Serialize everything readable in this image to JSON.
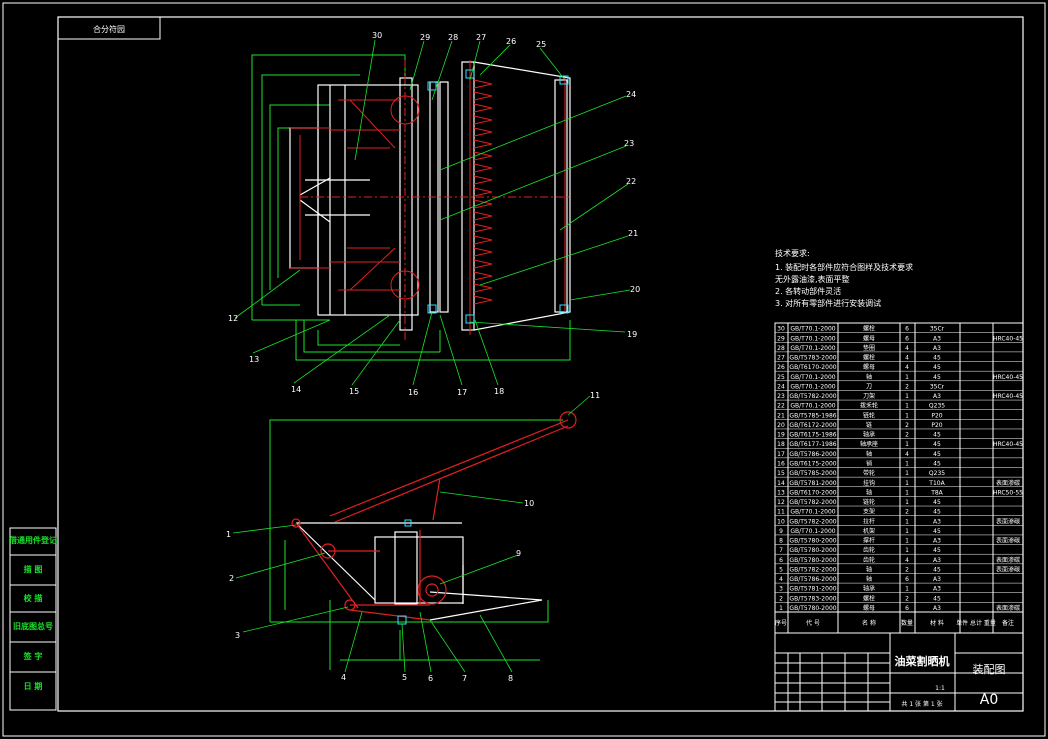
{
  "drawing": {
    "top_left_tag": "合分符园",
    "title_block": {
      "product_name": "油菜割晒机",
      "drawing_type": "装配图",
      "sheet_size": "A0",
      "scale": "1:1",
      "sheet_of": "共 1 张  第 1 张"
    },
    "tech_requirements": {
      "heading": "技术要求:",
      "items": [
        "1. 装配时各部件应符合图样及技术要求",
        "  无外露油漆,表面平整",
        "2. 各转动部件灵活",
        "3. 对所有零部件进行安装调试"
      ]
    },
    "left_strip_labels": [
      "借通用件登记",
      "描 图",
      "校 描",
      "旧底图总号",
      "签 字",
      "日 期"
    ],
    "callouts_top_view": [
      "30",
      "29",
      "28",
      "27",
      "26",
      "25",
      "24",
      "23",
      "22",
      "21",
      "20",
      "19",
      "18",
      "17",
      "16",
      "15",
      "14",
      "13",
      "12"
    ],
    "callouts_side_view": [
      "11",
      "10",
      "9",
      "8",
      "7",
      "6",
      "5",
      "4",
      "3",
      "2",
      "1"
    ],
    "bom_header": [
      "序号",
      "代 号",
      "名 称",
      "数量",
      "材 料",
      "单件 总计 重量",
      "备注"
    ],
    "bom_rows": [
      [
        "30",
        "GB/T70.1-2000",
        "螺栓",
        "6",
        "35Cr",
        "",
        ""
      ],
      [
        "29",
        "GB/T70.1-2000",
        "螺母",
        "6",
        "A3",
        "",
        "HRC40-45"
      ],
      [
        "28",
        "GB/T70.1-2000",
        "垫圈",
        "4",
        "A3",
        "",
        ""
      ],
      [
        "27",
        "GB/T5783-2000",
        "螺栓",
        "4",
        "45",
        "",
        ""
      ],
      [
        "26",
        "GB/T6170-2000",
        "螺母",
        "4",
        "45",
        "",
        ""
      ],
      [
        "25",
        "GB/T70.1-2000",
        "轴",
        "1",
        "45",
        "",
        "HRC40-45"
      ],
      [
        "24",
        "GB/T70.1-2000",
        "刀",
        "2",
        "35Cr",
        "",
        ""
      ],
      [
        "23",
        "GB/T5782-2000",
        "刀架",
        "1",
        "A3",
        "",
        "HRC40-45"
      ],
      [
        "22",
        "GB/T70.1-2000",
        "拨禾轮",
        "1",
        "Q235",
        "",
        ""
      ],
      [
        "21",
        "GB/T5785-1986",
        "链轮",
        "1",
        "P20",
        "",
        ""
      ],
      [
        "20",
        "GB/T6172-2000",
        "链",
        "2",
        "P20",
        "",
        ""
      ],
      [
        "19",
        "GB/T6175-1986",
        "轴承",
        "2",
        "45",
        "",
        ""
      ],
      [
        "18",
        "GB/T6177-1986",
        "轴承座",
        "1",
        "45",
        "",
        "HRC40-45"
      ],
      [
        "17",
        "GB/T5786-2000",
        "轴",
        "4",
        "45",
        "",
        ""
      ],
      [
        "16",
        "GB/T6175-2000",
        "销",
        "1",
        "45",
        "",
        ""
      ],
      [
        "15",
        "GB/T5785-2000",
        "带轮",
        "1",
        "Q235",
        "",
        ""
      ],
      [
        "14",
        "GB/T5781-2000",
        "挂钩",
        "1",
        "T10A",
        "",
        "表面渗碳"
      ],
      [
        "13",
        "GB/T6170-2000",
        "轴",
        "1",
        "T8A",
        "",
        "HRC50-55"
      ],
      [
        "12",
        "GB/T5782-2000",
        "链轮",
        "1",
        "45",
        "",
        ""
      ],
      [
        "11",
        "GB/T70.1-2000",
        "支架",
        "2",
        "45",
        "",
        ""
      ],
      [
        "10",
        "GB/T5782-2000",
        "拉杆",
        "1",
        "A3",
        "",
        "表面渗碳"
      ],
      [
        "9",
        "GB/T70.1-2000",
        "机架",
        "1",
        "45",
        "",
        ""
      ],
      [
        "8",
        "GB/T5780-2000",
        "撑杆",
        "1",
        "A3",
        "",
        "表面渗碳"
      ],
      [
        "7",
        "GB/T5780-2000",
        "齿轮",
        "1",
        "45",
        "",
        ""
      ],
      [
        "6",
        "GB/T5780-2000",
        "齿轮",
        "4",
        "A3",
        "",
        "表面渗碳"
      ],
      [
        "5",
        "GB/T5782-2000",
        "轴",
        "2",
        "45",
        "",
        "表面渗碳"
      ],
      [
        "4",
        "GB/T5786-2000",
        "轴",
        "6",
        "A3",
        "",
        ""
      ],
      [
        "3",
        "GB/T5781-2000",
        "轴承",
        "1",
        "A3",
        "",
        ""
      ],
      [
        "2",
        "GB/T5783-2000",
        "螺栓",
        "2",
        "45",
        "",
        ""
      ],
      [
        "1",
        "GB/T5780-2000",
        "螺母",
        "6",
        "A3",
        "",
        "表面渗碳"
      ]
    ]
  }
}
